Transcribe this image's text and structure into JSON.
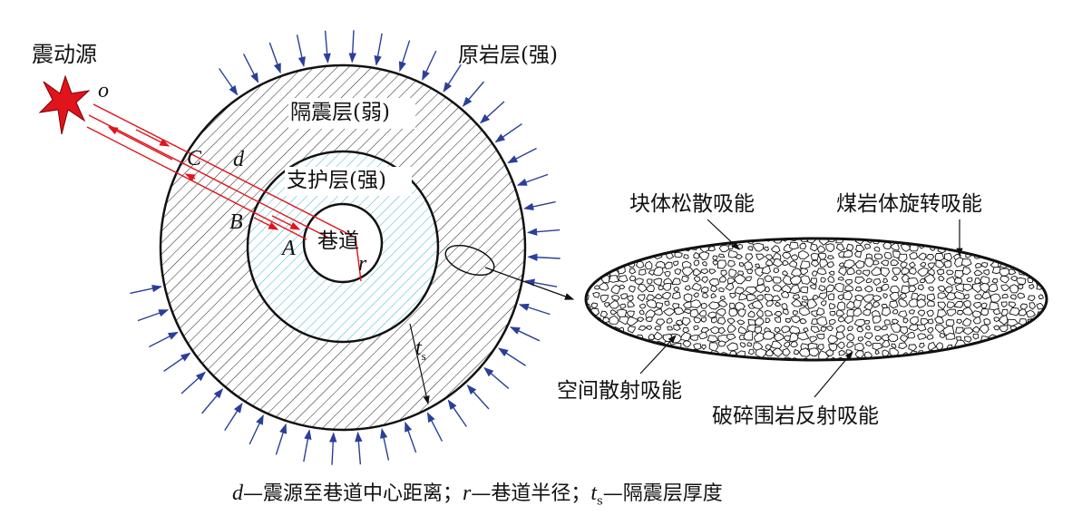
{
  "labels": {
    "source": "震动源",
    "origin": "o",
    "original_rock": "原岩层(强)",
    "isolation_layer": "隔震层(弱)",
    "support_layer": "支护层(强)",
    "tunnel": "巷道",
    "point_c": "C",
    "point_b": "B",
    "point_a": "A",
    "distance": "d",
    "radius": "r",
    "thickness": "t",
    "thickness_sub": "s",
    "block_loose": "块体松散吸能",
    "rotation": "煤岩体旋转吸能",
    "scatter": "空间散射吸能",
    "reflection": "破碎围岩反射吸能"
  },
  "caption": {
    "d_sym": "d",
    "d_text": "—震源至巷道中心距离；",
    "r_sym": "r",
    "r_text": "—巷道半径；",
    "t_sym": "t",
    "t_sub": "s",
    "t_text": "—隔震层厚度"
  },
  "colors": {
    "wave": "#e0141c",
    "pressure": "#2a3f9a",
    "support_hatch": "#3fb6c8",
    "star": "#e0141c"
  }
}
